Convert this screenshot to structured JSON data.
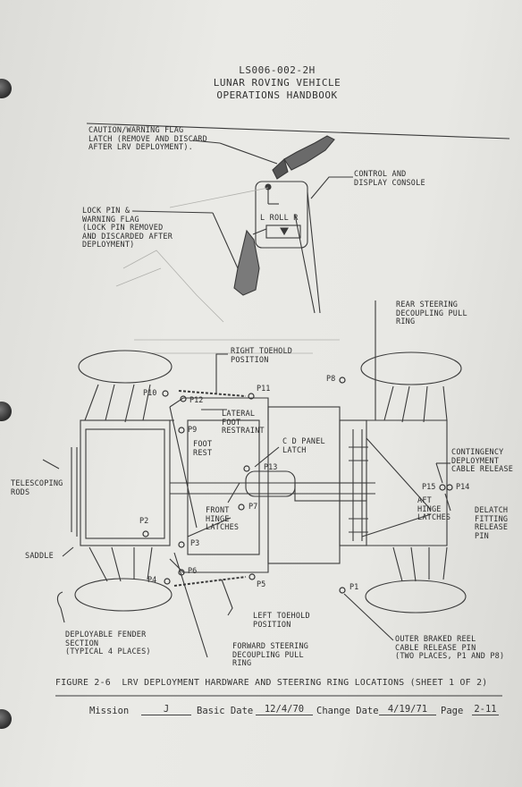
{
  "header": {
    "doc_number": "LS006-002-2H",
    "line1": "LUNAR ROVING VEHICLE",
    "line2": "OPERATIONS HANDBOOK"
  },
  "callouts": {
    "caution_flag": "CAUTION/WARNING FLAG\nLATCH (REMOVE AND DISCARD\nAFTER LRV DEPLOYMENT).",
    "control_console": "CONTROL AND\nDISPLAY CONSOLE",
    "lock_pin": "LOCK PIN &\nWARNING FLAG\n(LOCK PIN REMOVED\nAND DISCARDED AFTER\nDEPLOYMENT)",
    "rear_steering": "REAR STEERING\nDECOUPLING PULL\nRING",
    "right_toehold": "RIGHT TOEHOLD\nPOSITION",
    "lateral_foot": "LATERAL\nFOOT\nRESTRAINT",
    "foot_rest": "FOOT\nREST",
    "cd_panel": "C D PANEL\nLATCH",
    "contingency": "CONTINGENCY\nDEPLOYMENT\nCABLE RELEASE",
    "telescoping": "TELESCOPING\nRODS",
    "front_hinge": "FRONT\nHINGE\nLATCHES",
    "aft_hinge": "AFT\nHINGE\nLATCHES",
    "delatch": "DELATCH\nFITTING\nRELEASE\nPIN",
    "saddle": "SADDLE",
    "left_toehold": "LEFT TOEHOLD\nPOSITION",
    "fender": "DEPLOYABLE FENDER\nSECTION\n(TYPICAL 4 PLACES)",
    "forward_steering": "FORWARD STEERING\nDECOUPLING PULL\nRING",
    "outer_brake": "OUTER BRAKED REEL\nCABLE RELEASE PIN\n(TWO PLACES, P1 AND P8)"
  },
  "console_label": "L ROLL R",
  "points": {
    "p1": "P1",
    "p2": "P2",
    "p3": "P3",
    "p4": "P4",
    "p5": "P5",
    "p6": "P6",
    "p7": "P7",
    "p8": "P8",
    "p9": "P9",
    "p10": "P10",
    "p11": "P11",
    "p12": "P12",
    "p13": "P13",
    "p14": "P14",
    "p15": "P15"
  },
  "figure_caption": "FIGURE 2-6  LRV DEPLOYMENT HARDWARE AND STEERING RING LOCATIONS (SHEET 1 OF 2)",
  "footer": {
    "mission_label": "Mission",
    "mission_value": "J",
    "basic_date_label": "Basic Date",
    "basic_date_value": "12/4/70",
    "change_date_label": "Change Date",
    "change_date_value": "4/19/71",
    "page_label": "Page",
    "page_value": "2-11"
  }
}
